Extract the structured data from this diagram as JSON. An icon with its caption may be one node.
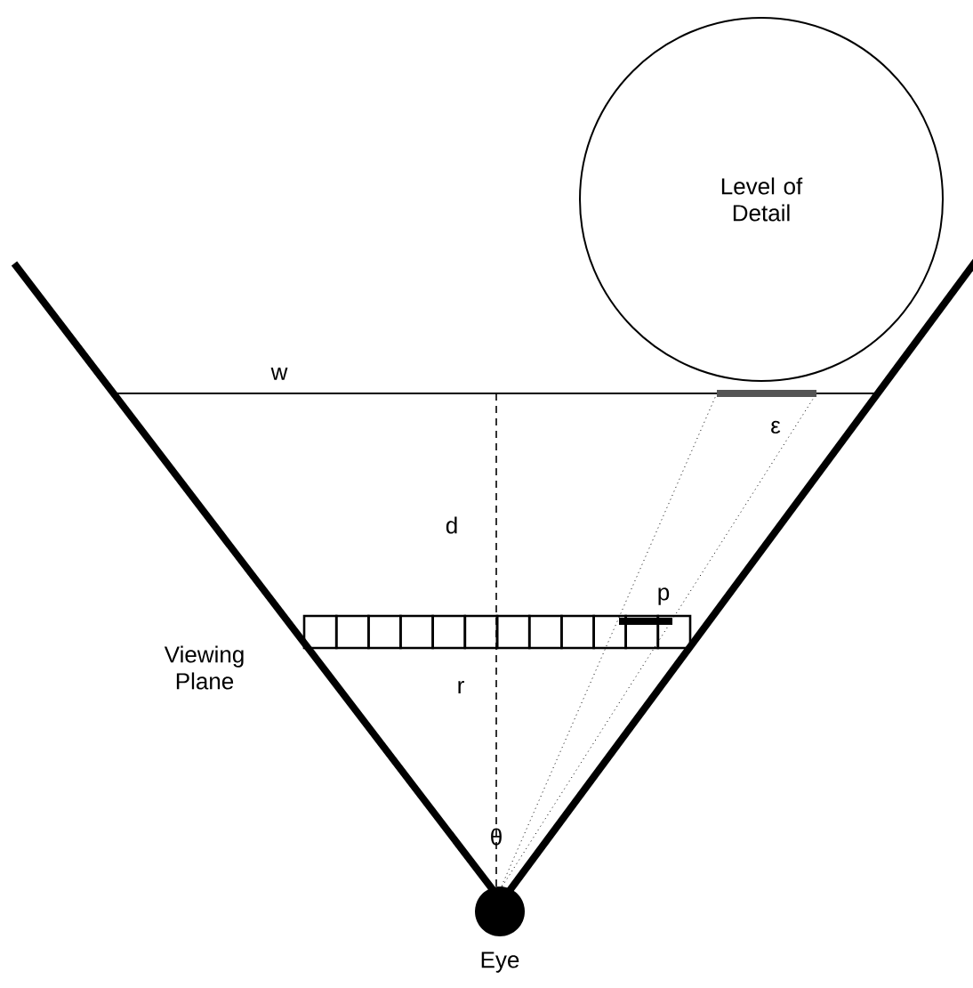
{
  "diagram": {
    "nodes": [
      {
        "text": [
          "Level of Detail"
        ]
      },
      {
        "text": [
          "Eye"
        ]
      }
    ],
    "labels": [
      "w",
      "ε",
      "d",
      "p",
      "Viewing Plane",
      "r",
      "θ"
    ]
  }
}
